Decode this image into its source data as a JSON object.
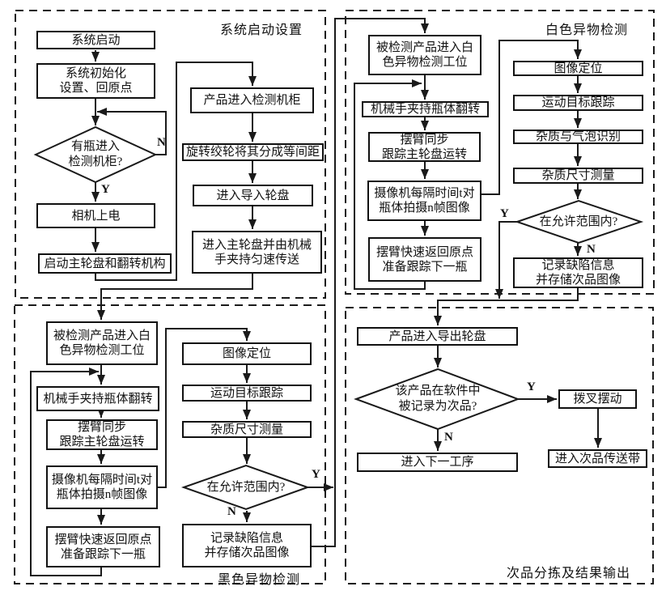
{
  "colors": {
    "line": "#1a1a1a",
    "background": "#ffffff"
  },
  "branch": {
    "yes": "Y",
    "no": "N"
  },
  "sections": {
    "startup": {
      "title": "系统启动设置",
      "sys_start": "系统启动",
      "sys_init": "系统初始化\n设置、回原点",
      "bottle_q": "有瓶进入\n检测机柜?",
      "camera_on": "相机上电",
      "start_wheel": "启动主轮盘和翻转机构",
      "product_enter": "产品进入检测机柜",
      "winch": "旋转绞轮将其分成等间距",
      "enter_import": "进入导入轮盘",
      "enter_main": "进入主轮盘并由机械\n手夹持匀速传送"
    },
    "white": {
      "title": "白色异物检测",
      "enter_station": "被检测产品进入白\n色异物检测工位",
      "flip": "机械手夹持瓶体翻转",
      "arm_sync": "摆臂同步\n跟踪主轮盘运转",
      "camera_shoot": "摄像机每隔时间t对\n瓶体拍摄n帧图像",
      "arm_return": "摆臂快速返回原点\n准备跟踪下一瓶",
      "img_locate": "图像定位",
      "motion_track": "运动目标跟踪",
      "impurity_bubble": "杂质与气泡识别",
      "impurity_size": "杂质尺寸测量",
      "range_q": "在允许范围内?",
      "record_defect": "记录缺陷信息\n并存储次品图像"
    },
    "black": {
      "title": "黑色异物检测",
      "enter_station": "被检测产品进入白\n色异物检测工位",
      "flip": "机械手夹持瓶体翻转",
      "arm_sync": "摆臂同步\n跟踪主轮盘运转",
      "camera_shoot": "摄像机每隔时间t对\n瓶体拍摄n帧图像",
      "arm_return": "摆臂快速返回原点\n准备跟踪下一瓶",
      "img_locate": "图像定位",
      "motion_track": "运动目标跟踪",
      "impurity_size": "杂质尺寸测量",
      "range_q": "在允许范围内?",
      "record_defect": "记录缺陷信息\n并存储次品图像"
    },
    "sorting": {
      "title": "次品分拣及结果输出",
      "export_wheel": "产品进入导出轮盘",
      "defect_q": "该产品在软件中\n被记录为次品?",
      "fork_swing": "拨叉摆动",
      "defect_belt": "进入次品传送带",
      "next_process": "进入下一工序"
    }
  }
}
